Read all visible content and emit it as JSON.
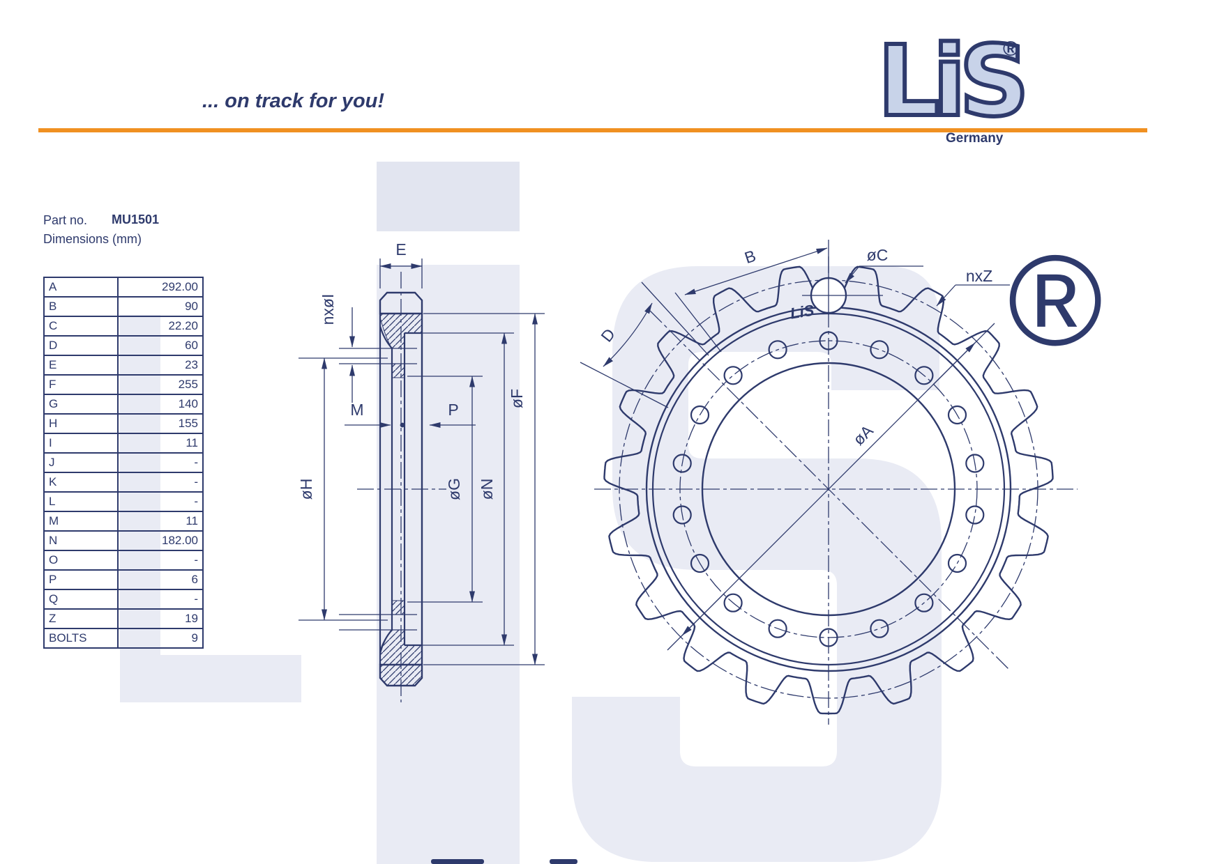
{
  "page": {
    "tagline": "... on track for you!"
  },
  "logo": {
    "text": "LiS",
    "registered": "®",
    "country": "Germany"
  },
  "part": {
    "label": "Part no.",
    "number": "MU1501",
    "dimensions_label": "Dimensions (mm)"
  },
  "table": {
    "rows": [
      {
        "label": "A",
        "value": "292.00"
      },
      {
        "label": "B",
        "value": "90"
      },
      {
        "label": "C",
        "value": "22.20"
      },
      {
        "label": "D",
        "value": "60"
      },
      {
        "label": "E",
        "value": "23"
      },
      {
        "label": "F",
        "value": "255"
      },
      {
        "label": "G",
        "value": "140"
      },
      {
        "label": "H",
        "value": "155"
      },
      {
        "label": "I",
        "value": "11"
      },
      {
        "label": "J",
        "value": "-"
      },
      {
        "label": "K",
        "value": "-"
      },
      {
        "label": "L",
        "value": "-"
      },
      {
        "label": "M",
        "value": "11"
      },
      {
        "label": "N",
        "value": "182.00"
      },
      {
        "label": "O",
        "value": "-"
      },
      {
        "label": "P",
        "value": "6"
      },
      {
        "label": "Q",
        "value": "-"
      },
      {
        "label": "Z",
        "value": "19"
      },
      {
        "label": "BOLTS",
        "value": "9"
      }
    ]
  },
  "section_view": {
    "labels": {
      "e": "E",
      "n_x_i": "nxøI",
      "m": "M",
      "p": "P",
      "h": "øH",
      "g": "øG",
      "n": "øN",
      "f": "øF"
    }
  },
  "front_view": {
    "labels": {
      "b": "B",
      "c": "øC",
      "n_x_z": "nxZ",
      "d": "D",
      "a": "øA"
    },
    "stamp": "LiS",
    "background_registered": "®",
    "teeth": 19,
    "bolt_holes": 18
  },
  "colors": {
    "line_navy": "#2e3a6c",
    "accent_orange": "#f09021",
    "logo_fill": "#c8d3e9",
    "watermark": "#e9ebf4"
  }
}
